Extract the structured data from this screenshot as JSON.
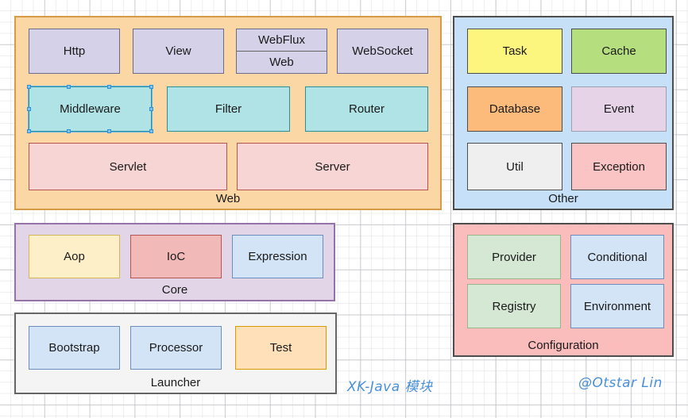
{
  "diagram": {
    "title": "XK-Java 模块",
    "author": "@Otstar Lin",
    "accent_color": "#4a90d9",
    "groups": [
      {
        "id": "web",
        "label": "Web",
        "fill": "#fbd7a5",
        "stroke": "#d79b47",
        "boxes": [
          {
            "label": "Http",
            "fill": "#d5d1e8",
            "stroke": "#6c6c8a"
          },
          {
            "label": "View",
            "fill": "#d5d1e8",
            "stroke": "#6c6c8a"
          },
          {
            "label": "WebFlux",
            "sublabel": "Web",
            "fill": "#d5d1e8",
            "stroke": "#6c6c8a"
          },
          {
            "label": "WebSocket",
            "fill": "#d5d1e8",
            "stroke": "#6c6c8a"
          },
          {
            "label": "Middleware",
            "fill": "#b0e3e6",
            "stroke": "#2a8f96",
            "selected": true
          },
          {
            "label": "Filter",
            "fill": "#b0e3e6",
            "stroke": "#2a8f96"
          },
          {
            "label": "Router",
            "fill": "#b0e3e6",
            "stroke": "#2a8f96"
          },
          {
            "label": "Servlet",
            "fill": "#f8d5d5",
            "stroke": "#b85450"
          },
          {
            "label": "Server",
            "fill": "#f8d5d5",
            "stroke": "#b85450"
          }
        ]
      },
      {
        "id": "other",
        "label": "Other",
        "fill": "#c5e0f7",
        "stroke": "#4d4d4d",
        "boxes": [
          {
            "label": "Task",
            "fill": "#fcf57e",
            "stroke": "#4d4d4d"
          },
          {
            "label": "Cache",
            "fill": "#b5de7e",
            "stroke": "#4d4d4d"
          },
          {
            "label": "Database",
            "fill": "#fcbb7b",
            "stroke": "#4d4d4d"
          },
          {
            "label": "Event",
            "fill": "#e6d3e8",
            "stroke": "#9aa0b0"
          },
          {
            "label": "Util",
            "fill": "#efefef",
            "stroke": "#4d4d4d"
          },
          {
            "label": "Exception",
            "fill": "#fbc4c4",
            "stroke": "#4d4d4d"
          }
        ]
      },
      {
        "id": "core",
        "label": "Core",
        "fill": "#e1d5e7",
        "stroke": "#9673a6",
        "boxes": [
          {
            "label": "Aop",
            "fill": "#fdf0c9",
            "stroke": "#d6b656"
          },
          {
            "label": "IoC",
            "fill": "#f2b9b9",
            "stroke": "#b85450"
          },
          {
            "label": "Expression",
            "fill": "#d4e4f7",
            "stroke": "#6c8ebf"
          }
        ]
      },
      {
        "id": "launcher",
        "label": "Launcher",
        "fill": "#f4f4f4",
        "stroke": "#666666",
        "boxes": [
          {
            "label": "Bootstrap",
            "fill": "#d4e4f7",
            "stroke": "#6c8ebf"
          },
          {
            "label": "Processor",
            "fill": "#d4e4f7",
            "stroke": "#6c8ebf"
          },
          {
            "label": "Test",
            "fill": "#ffe0b9",
            "stroke": "#d79b00"
          }
        ]
      },
      {
        "id": "configuration",
        "label": "Configuration",
        "fill": "#fbbcbc",
        "stroke": "#4d4d4d",
        "boxes": [
          {
            "label": "Provider",
            "fill": "#d5e8d4",
            "stroke": "#97b78a"
          },
          {
            "label": "Conditional",
            "fill": "#d4e4f7",
            "stroke": "#6c8ebf"
          },
          {
            "label": "Registry",
            "fill": "#d5e8d4",
            "stroke": "#97b78a"
          },
          {
            "label": "Environment",
            "fill": "#d4e4f7",
            "stroke": "#6c8ebf"
          }
        ]
      }
    ]
  }
}
